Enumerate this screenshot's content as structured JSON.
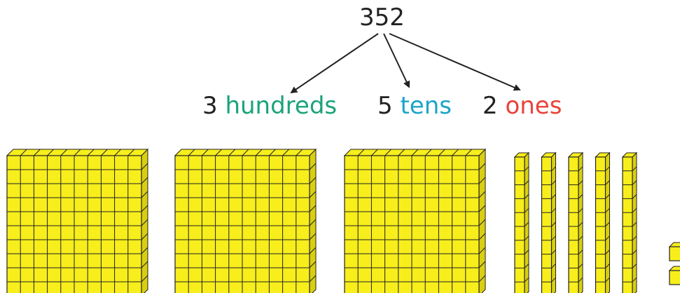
{
  "number": "352",
  "parts": [
    {
      "digit": "3",
      "word": "hundreds"
    },
    {
      "digit": "5",
      "word": "tens"
    },
    {
      "digit": "2",
      "word": "ones"
    }
  ],
  "colors": {
    "hundreds": "#1aa37a",
    "tens": "#1ba5c8",
    "ones": "#e8433a",
    "block_fill": "#f7ee1c",
    "block_side": "#d9cf10",
    "block_line": "#222222"
  },
  "blocks": {
    "hundreds": 3,
    "tens": 5,
    "ones": 2
  }
}
